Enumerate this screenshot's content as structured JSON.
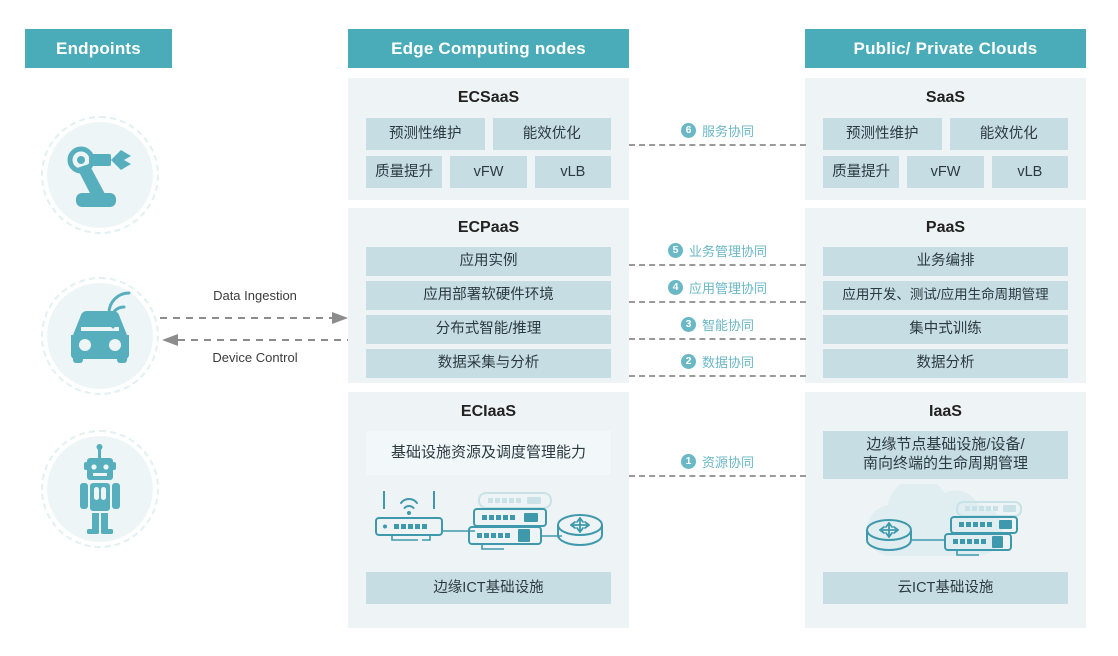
{
  "headers": {
    "endpoints": "Endpoints",
    "edge": "Edge Computing nodes",
    "cloud": "Public/ Private Clouds"
  },
  "colors": {
    "header_bg": "#4aacb9",
    "panel_bg": "#eef3f5",
    "tile_bg": "#c7dde4",
    "tile_light_bg": "#f2f8fa",
    "accent": "#6ab7c6",
    "arrow_gray": "#9a9a9a",
    "icon_teal": "#57afbe"
  },
  "endpoints": {
    "items": [
      {
        "icon": "robotic-arm-icon",
        "name": "robotic-arm"
      },
      {
        "icon": "connected-car-icon",
        "name": "connected-car"
      },
      {
        "icon": "robot-icon",
        "name": "humanoid-robot"
      }
    ]
  },
  "flows": {
    "ingestion_label": "Data Ingestion",
    "control_label": "Device Control"
  },
  "edge": {
    "saas": {
      "title": "ECSaaS",
      "row1": [
        "预测性维护",
        "能效优化"
      ],
      "row2": [
        "质量提升",
        "vFW",
        "vLB"
      ]
    },
    "paas": {
      "title": "ECPaaS",
      "items": [
        "应用实例",
        "应用部署软硬件环境",
        "分布式智能/推理",
        "数据采集与分析"
      ]
    },
    "iaas": {
      "title": "ECIaaS",
      "capability": "基础设施资源及调度管理能力",
      "graphic": "edge-network-devices-icon",
      "footer": "边缘ICT基础设施"
    }
  },
  "cloud": {
    "saas": {
      "title": "SaaS",
      "row1": [
        "预测性维护",
        "能效优化"
      ],
      "row2": [
        "质量提升",
        "vFW",
        "vLB"
      ]
    },
    "paas": {
      "title": "PaaS",
      "items": [
        "业务编排",
        "应用开发、测试/应用生命周期管理",
        "集中式训练",
        "数据分析"
      ]
    },
    "iaas": {
      "title": "IaaS",
      "capability": "边缘节点基础设施/设备/\n南向终端的生命周期管理",
      "capability_line1": "边缘节点基础设施/设备/",
      "capability_line2": "南向终端的生命周期管理",
      "graphic": "cloud-network-devices-icon",
      "footer": "云ICT基础设施"
    }
  },
  "collaborations": [
    {
      "number": "6",
      "label": "服务协同"
    },
    {
      "number": "5",
      "label": "业务管理协同"
    },
    {
      "number": "4",
      "label": "应用管理协同"
    },
    {
      "number": "3",
      "label": "智能协同"
    },
    {
      "number": "2",
      "label": "数据协同"
    },
    {
      "number": "1",
      "label": "资源协同"
    }
  ]
}
